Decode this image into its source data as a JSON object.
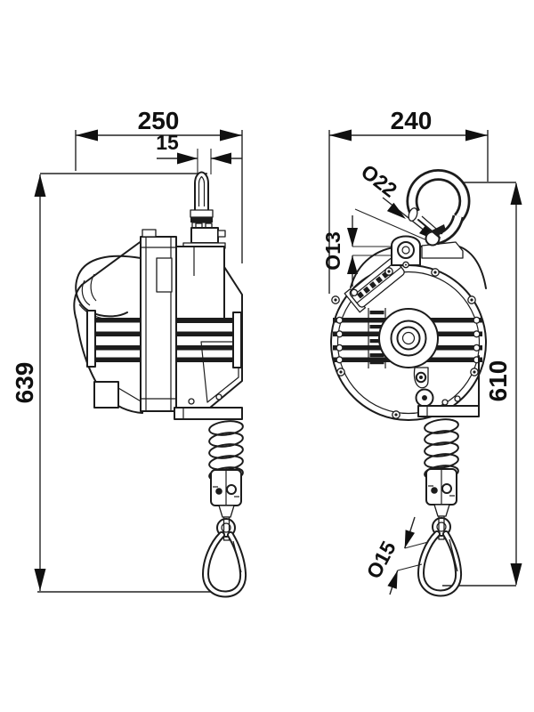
{
  "drawing": {
    "views": {
      "side": "side-view",
      "front": "front-view"
    },
    "dims": {
      "side_overall_width": "250",
      "side_hook_width": "15",
      "side_overall_height": "639",
      "front_overall_width": "240",
      "front_overall_height": "610",
      "top_hook_diameter": "O22",
      "eye_hole_diameter": "O13",
      "bottom_hook_diameter": "O15"
    },
    "colors": {
      "line": "#1c1c1c",
      "dimension": "#242424",
      "background": "#ffffff"
    }
  }
}
